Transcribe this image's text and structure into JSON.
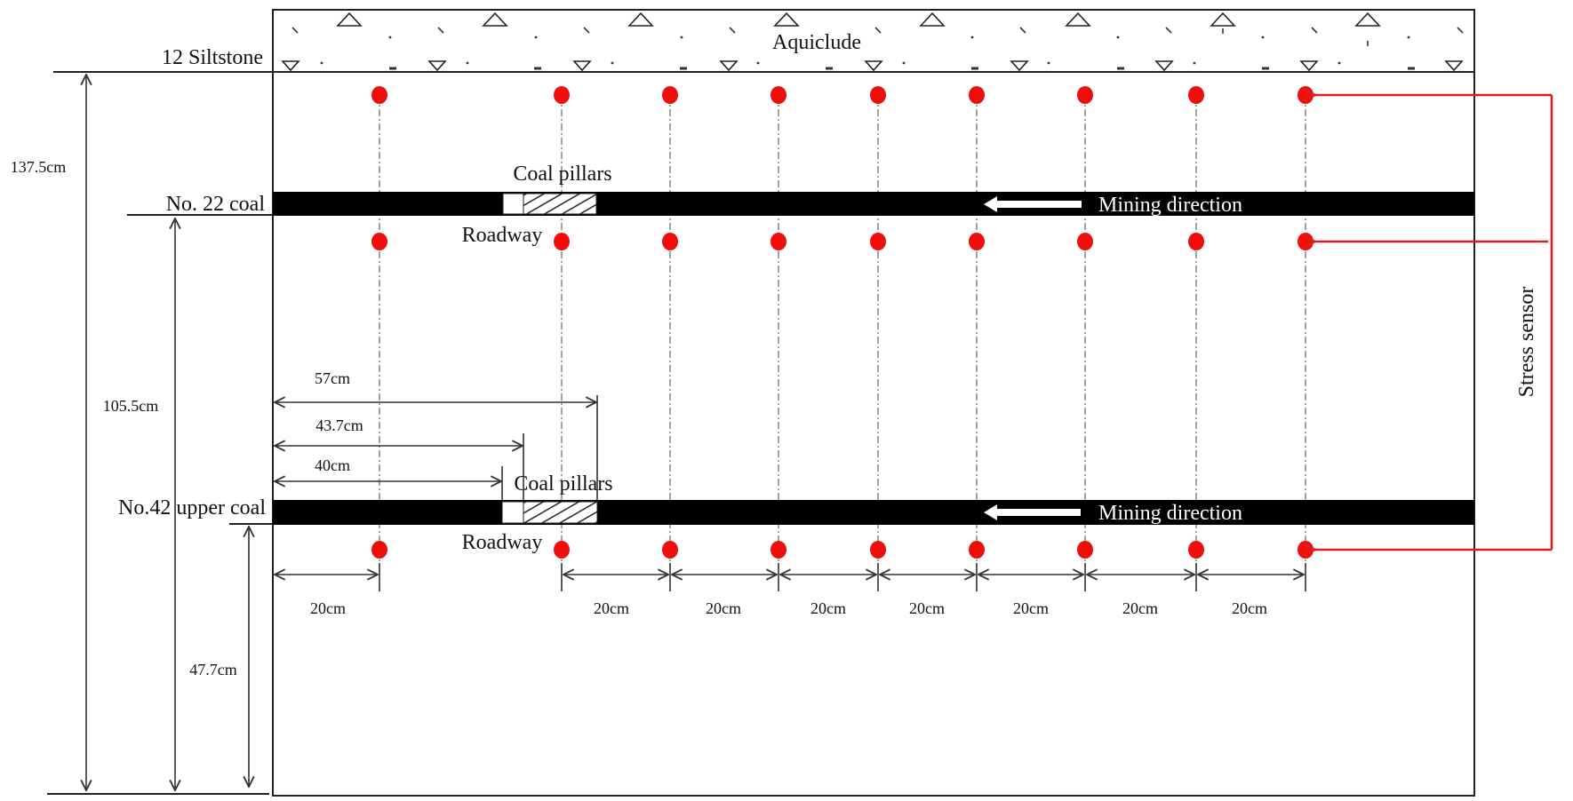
{
  "diagram": {
    "layers": {
      "top_layer_label": "12 Siltstone",
      "top_layer_fill_label": "Aquiclude",
      "upper_seam_label": "No. 22 coal",
      "lower_seam_label": "No.42 upper coal"
    },
    "upper_seam": {
      "coal_pillars_label": "Coal pillars",
      "roadway_label": "Roadway",
      "mining_direction_label": "Mining direction"
    },
    "lower_seam": {
      "coal_pillars_label": "Coal pillars",
      "roadway_label": "Roadway",
      "mining_direction_label": "Mining direction"
    },
    "vertical_dimensions": {
      "total_height": "137.5cm",
      "to_upper_seam": "105.5cm",
      "to_lower_seam": "47.7cm"
    },
    "horizontal_dimensions": {
      "to_pillar_end": "57cm",
      "to_pillar_start": "43.7cm",
      "to_roadway": "40cm"
    },
    "sensor_spacing": {
      "labels": [
        "20cm",
        "20cm",
        "20cm",
        "20cm",
        "20cm",
        "20cm",
        "20cm",
        "20cm"
      ]
    },
    "legend": {
      "stress_sensor_label": "Stress sensor"
    },
    "sensors": {
      "rows": 3,
      "columns": 9,
      "color": "#f20d0d"
    }
  }
}
